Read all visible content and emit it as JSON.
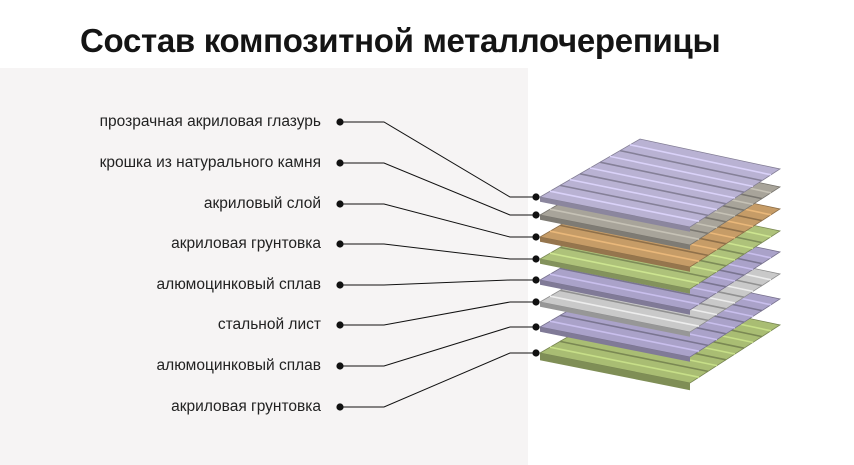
{
  "title": "Состав композитной металлочерепицы",
  "layers": [
    {
      "label": "прозрачная акриловая глазурь",
      "color": "#b9b2d3"
    },
    {
      "label": "крошка из натурального камня",
      "color": "#a8a49a"
    },
    {
      "label": "акриловый слой",
      "color": "#c69c67"
    },
    {
      "label": "акриловая грунтовка",
      "color": "#aec27a"
    },
    {
      "label": "алюмоцинковый сплав",
      "color": "#aaa2c9"
    },
    {
      "label": "стальной лист",
      "color": "#c9c9c9"
    },
    {
      "label": "алюмоцинковый сплав",
      "color": "#aaa2c9"
    },
    {
      "label": "акриловая грунтовка",
      "color": "#a9bd73"
    }
  ]
}
